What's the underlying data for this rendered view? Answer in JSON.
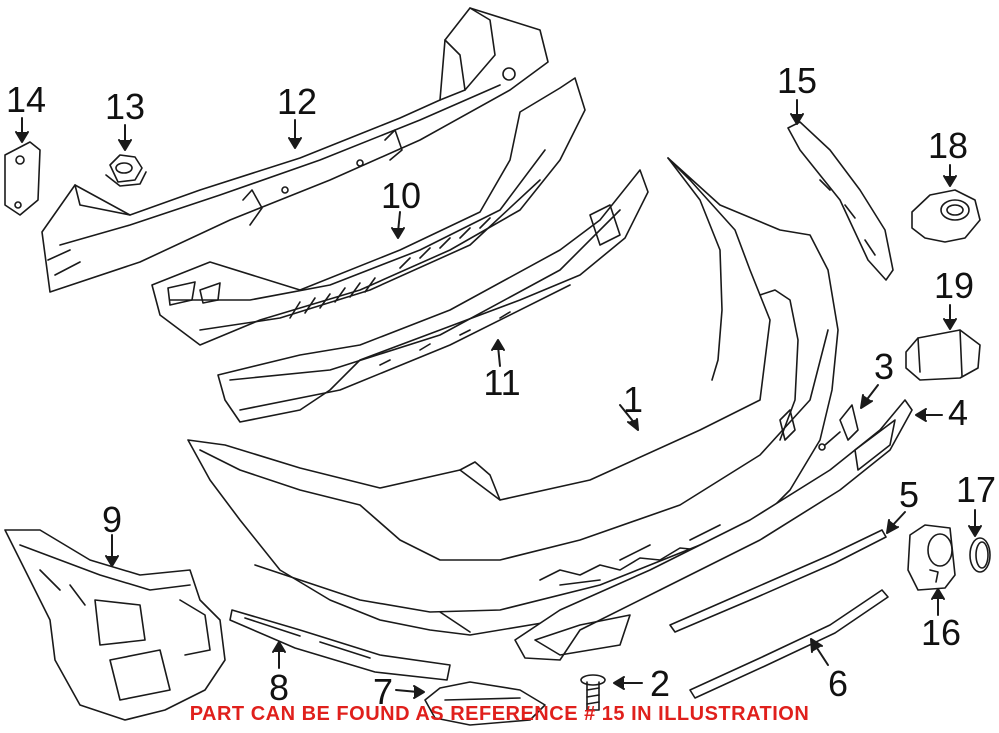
{
  "diagram": {
    "callouts": [
      {
        "id": "1",
        "label": "1"
      },
      {
        "id": "2",
        "label": "2"
      },
      {
        "id": "3",
        "label": "3"
      },
      {
        "id": "4",
        "label": "4"
      },
      {
        "id": "5",
        "label": "5"
      },
      {
        "id": "6",
        "label": "6"
      },
      {
        "id": "7",
        "label": "7"
      },
      {
        "id": "8",
        "label": "8"
      },
      {
        "id": "9",
        "label": "9"
      },
      {
        "id": "10",
        "label": "10"
      },
      {
        "id": "11",
        "label": "11"
      },
      {
        "id": "12",
        "label": "12"
      },
      {
        "id": "13",
        "label": "13"
      },
      {
        "id": "14",
        "label": "14"
      },
      {
        "id": "15",
        "label": "15"
      },
      {
        "id": "16",
        "label": "16"
      },
      {
        "id": "17",
        "label": "17"
      },
      {
        "id": "18",
        "label": "18"
      },
      {
        "id": "19",
        "label": "19"
      }
    ],
    "caption": "PART CAN BE FOUND AS REFERENCE # 15 IN ILLUSTRATION",
    "colors": {
      "line": "#1a1a1a",
      "caption": "#e0201c",
      "background": "#ffffff"
    }
  }
}
